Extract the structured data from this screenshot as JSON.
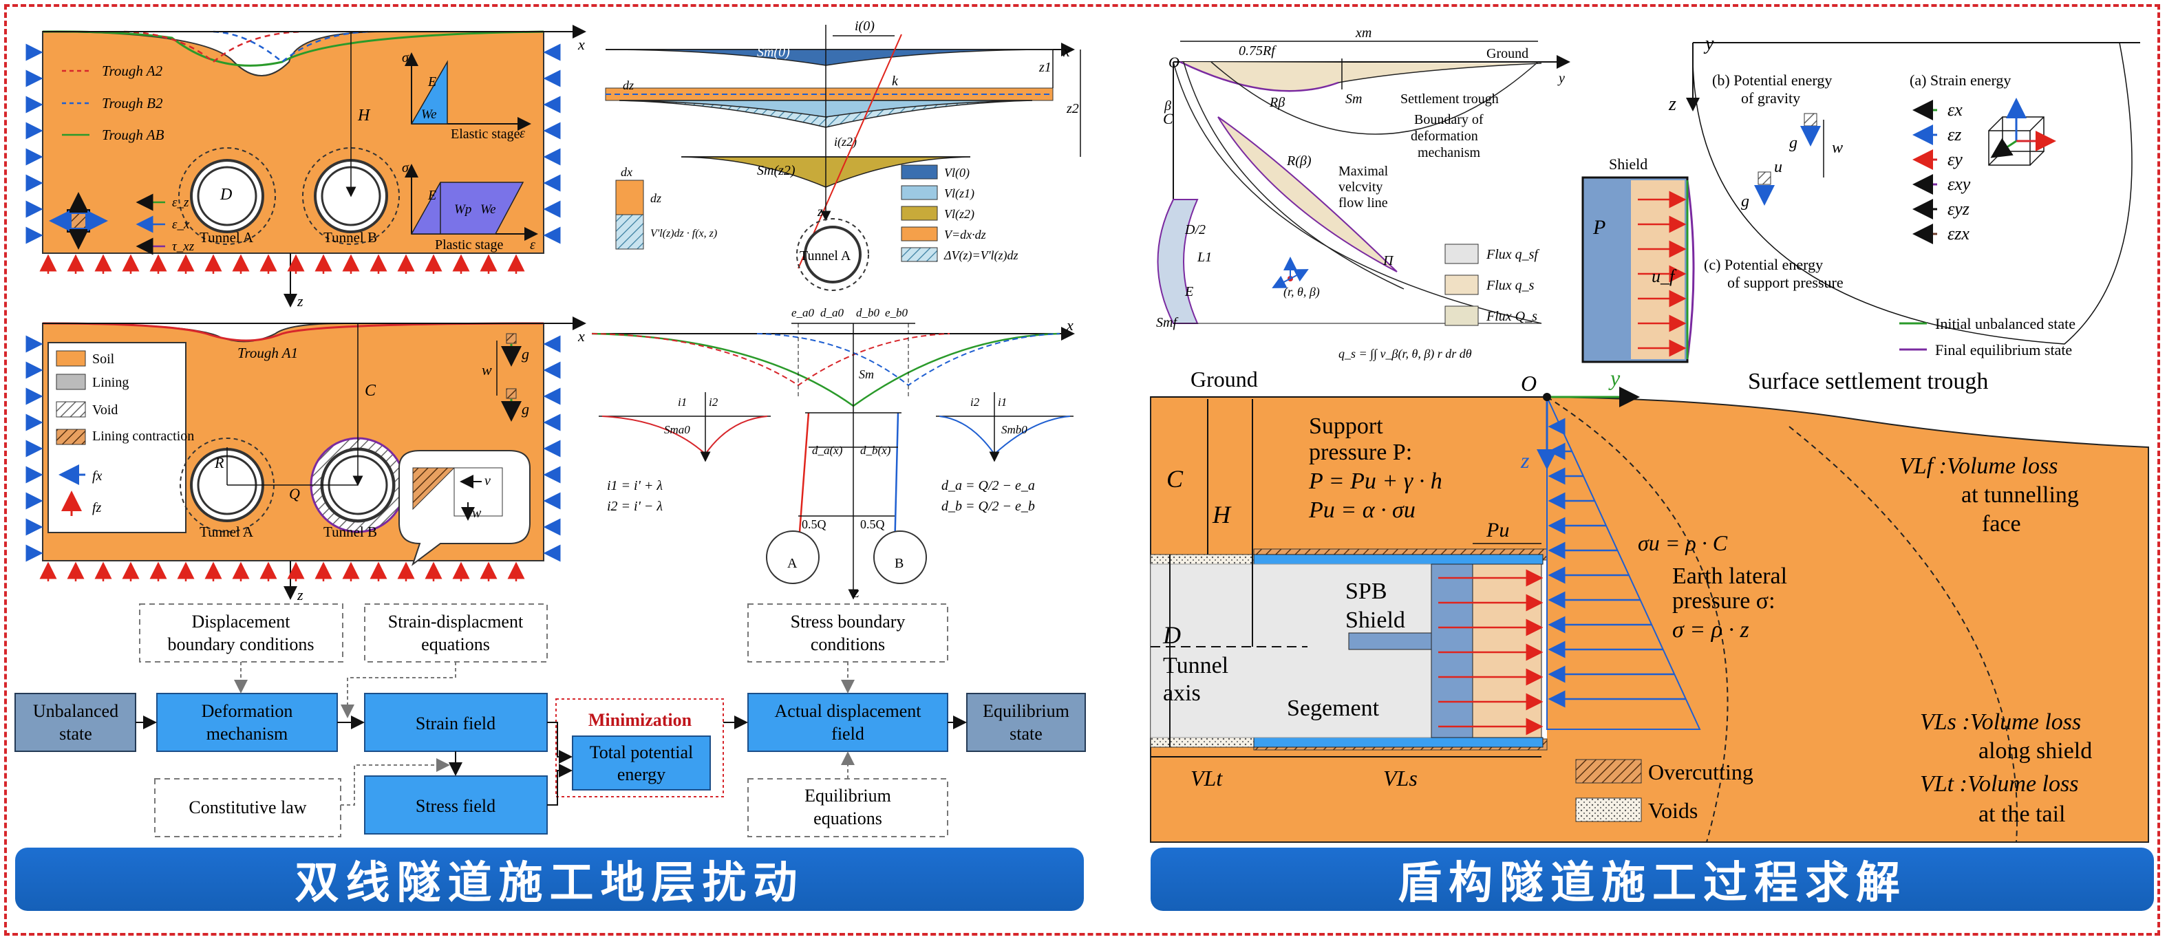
{
  "left_panel": {
    "banner": "双线隧道施工地层扰动",
    "top": {
      "legend": [
        "Trough A2",
        "Trough B2",
        "Trough AB"
      ],
      "stress_labels": [
        "ε_z",
        "ε_x",
        "τ_xz"
      ],
      "elastic_label": "Elastic stage",
      "plastic_label": "Plastic stage",
      "tunnel_a": "Tunnel A",
      "tunnel_b": "Tunnel B",
      "H": "H",
      "D": "D",
      "x": "x",
      "z": "z",
      "sigma": "σ",
      "epsilon": "ε",
      "E": "E",
      "We": "We",
      "Wp": "Wp"
    },
    "mid": {
      "legend": [
        "Soil",
        "Lining",
        "Void",
        "Lining contraction",
        "fx",
        "fz"
      ],
      "trough_a1": "Trough A1",
      "C": "C",
      "w": "w",
      "g": "g",
      "R": "R",
      "Q": "Q",
      "tunnel_a": "Tunnel A",
      "tunnel_b": "Tunnel B",
      "v": "v",
      "x": "x",
      "z": "z"
    },
    "vol": {
      "labels": [
        "Sm(0)",
        "i(0)",
        "z1",
        "z2",
        "dz",
        "k",
        "i(z2)",
        "Sm(z2)",
        "z",
        "dx",
        "dz",
        "V'l(z)dz · f(x, z)",
        "Tunnel A"
      ],
      "legend": [
        "Vl(0)",
        "Vl(z1)",
        "Vl(z2)",
        "V=dx·dz",
        "ΔV(z)=V'l(z)dz"
      ],
      "x": "x"
    },
    "trough2": {
      "labels": [
        "e_a0",
        "d_a0",
        "d_b0",
        "e_b0",
        "Sm",
        "i1",
        "i2",
        "Sma0",
        "Smb0",
        "d_a(x)",
        "d_b(x)",
        "0.5Q",
        "0.5Q",
        "A",
        "B",
        "x",
        "z"
      ],
      "eq_left": [
        "i1 = i' + λ",
        "i2 = i' − λ"
      ],
      "eq_right": [
        "d_a = Q/2 − e_a",
        "d_b = Q/2 − e_b"
      ]
    },
    "flow": {
      "dashed": [
        "Displacement boundary conditions",
        "Strain-displacment equations",
        "Constitutive law",
        "Stress boundary conditions",
        "Equilibrium equations"
      ],
      "unbalanced": "Unbalanced state",
      "deformation": "Deformation mechanism",
      "strain": "Strain field",
      "stress": "Stress field",
      "minimization": "Minimization",
      "total": "Total potential energy",
      "actual": "Actual displacement field",
      "equilibrium": "Equilibrium state"
    }
  },
  "right_panel": {
    "banner": "盾构隧道施工过程求解",
    "mech": {
      "labels": [
        "O",
        "0.75Rf",
        "xm",
        "Ground",
        "Sm",
        "Settlement trough",
        "Boundary of deformation mechanism",
        "Maximal velocity flow line",
        "C",
        "D/2",
        "L1",
        "E",
        "Smf",
        "β",
        "Rβ",
        "R(β)",
        "Π",
        "y"
      ],
      "flux": [
        "Flux q_sf",
        "Flux q_s",
        "Flux Q_s"
      ],
      "eq": "q_s = ∫∫ v_β(r, θ, β) r dr dθ",
      "coords": "(r, θ, β)"
    },
    "energy": {
      "labels": [
        "y",
        "z",
        "Shield",
        "P",
        "u_f",
        "(b) Potential energy",
        "of gravity",
        "g",
        "u",
        "w",
        "(a) Strain energy",
        "(c) Potential energy",
        "of support pressure"
      ],
      "eps": [
        "εx",
        "εz",
        "εy",
        "εxy",
        "εyz",
        "εzx"
      ],
      "legend": [
        "Initial unbalanced state",
        "Final equilibrium state"
      ],
      "title": "Surface settlement trough"
    },
    "section": {
      "ground": "Ground",
      "O": "O",
      "y": "y",
      "z": "z",
      "C": "C",
      "H": "H",
      "D": "D",
      "support": [
        "Support",
        "pressure P:",
        "P = Pu + γ · h",
        "Pu = α · σu"
      ],
      "pu": "Pu",
      "sigma_u": "σu = ρ · C",
      "earth": [
        "Earth lateral",
        "pressure σ:",
        "σ = ρ · z"
      ],
      "vlf": [
        "VLf :Volume loss",
        "at tunnelling",
        "face"
      ],
      "spb": [
        "SPB",
        "Shield"
      ],
      "axis": [
        "Tunnel",
        "axis"
      ],
      "segment": "Segement",
      "vls": [
        "VLs :Volume loss",
        "along shield"
      ],
      "vlt": [
        "VLt :Volume loss",
        "at the tail"
      ],
      "vlt_short": "VLt",
      "vls_short": "VLs",
      "overcutting": "Overcutting",
      "voids": "Voids"
    }
  },
  "colors": {
    "soil": "#f5a04a",
    "blue": "#3b9ff1",
    "red_dash": "#d7262b",
    "banner": "#1560b8"
  }
}
